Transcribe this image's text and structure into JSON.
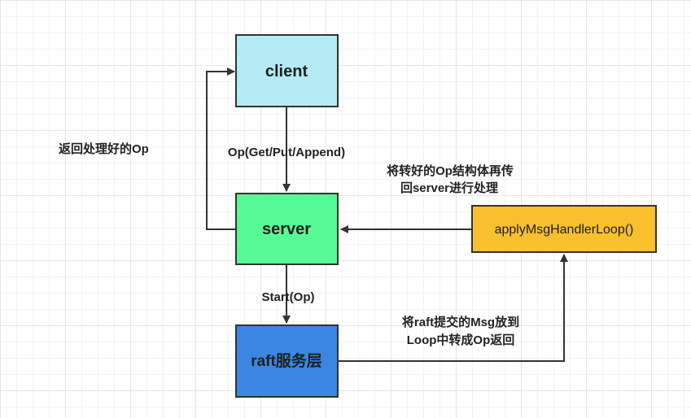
{
  "colors": {
    "client": "#b3ebf2",
    "server": "#57fb96",
    "raft": "#3b86e2",
    "loop": "#f9bf2c",
    "stroke": "#333333"
  },
  "nodes": {
    "client": "client",
    "server": "server",
    "raft": "raft服务层",
    "loop": "applyMsgHandlerLoop()"
  },
  "edges": {
    "op_label": "Op(Get/Put/Append)",
    "start_label": "Start(Op)",
    "return_label": "返回处理好的Op",
    "loop_to_server_line1": "将转好的Op结构体再传",
    "loop_to_server_line2": "回server进行处理",
    "raft_to_loop_line1": "将raft提交的Msg放到",
    "raft_to_loop_line2": "Loop中转成Op返回"
  }
}
